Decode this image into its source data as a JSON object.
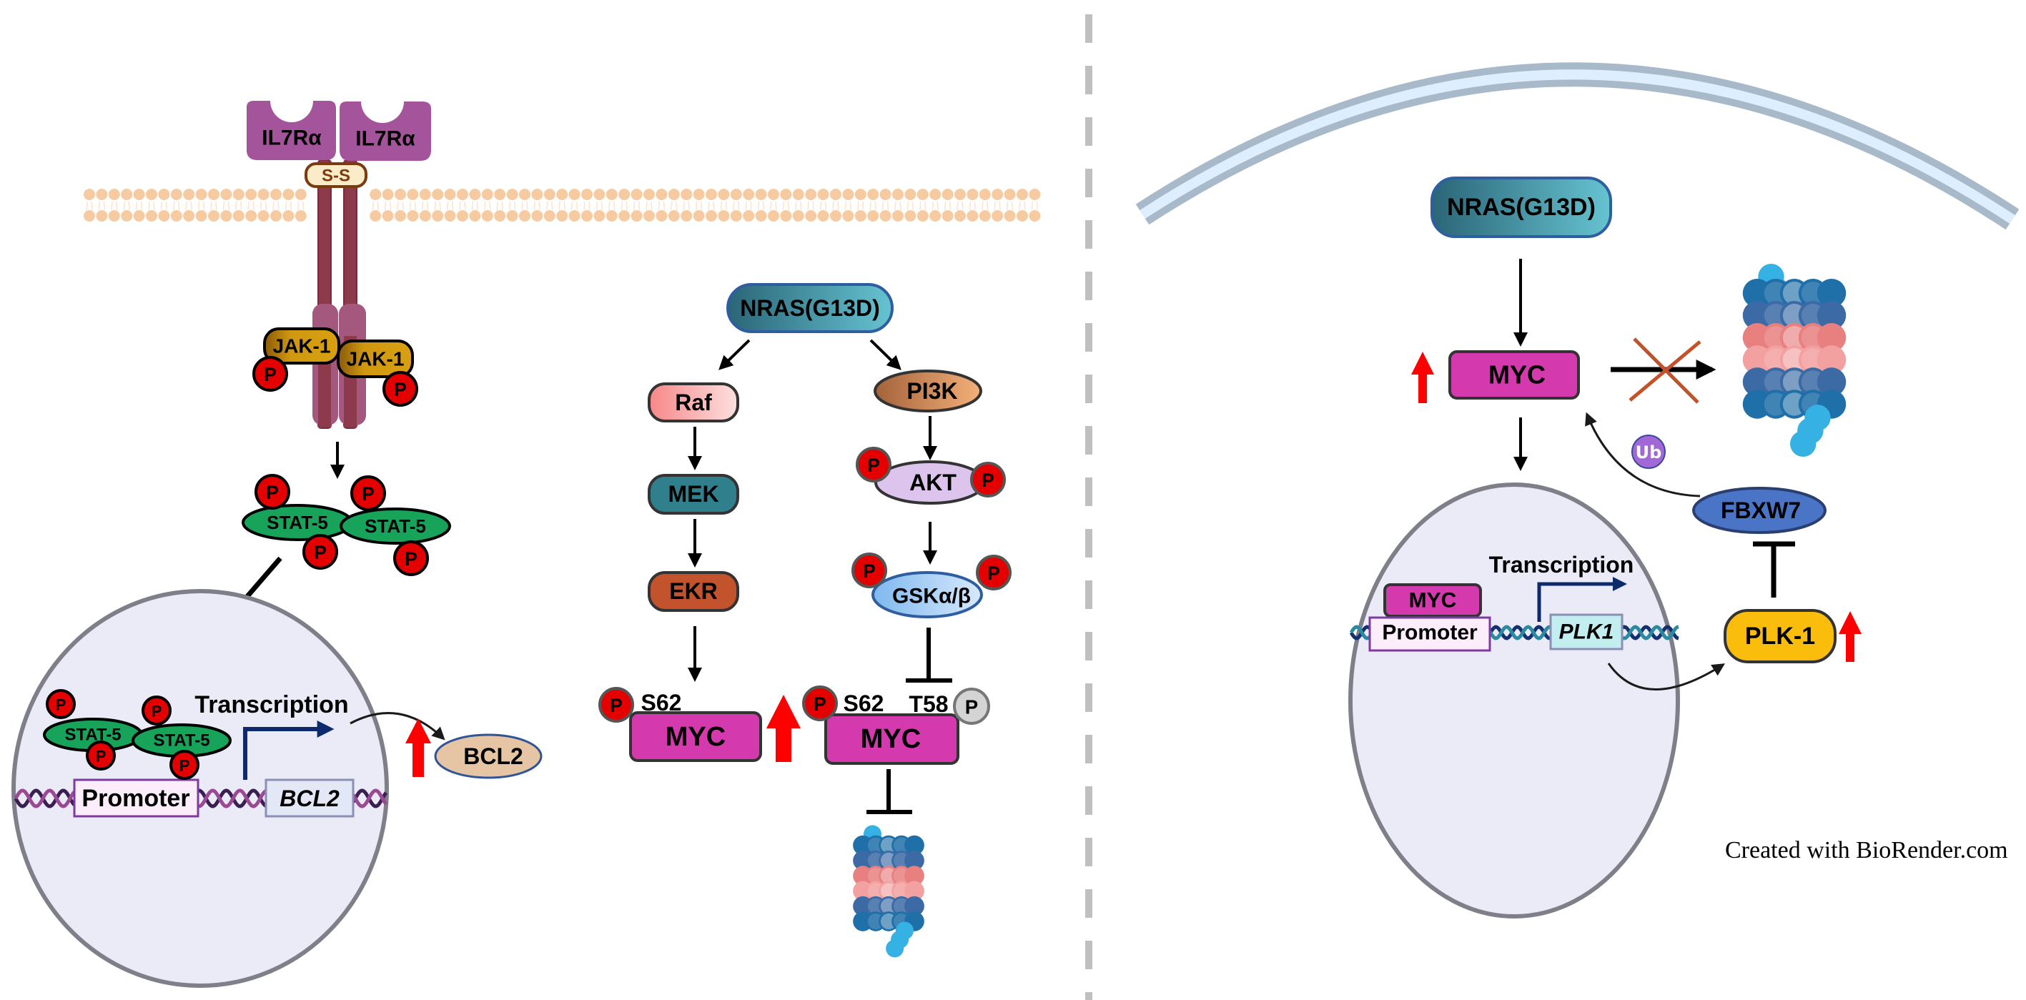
{
  "panel_left": {
    "receptor": {
      "label_1": "IL7Rα",
      "label_2": "IL7Rα",
      "disulfide": "S-S"
    },
    "kinases": {
      "jak_left": "JAK-1",
      "jak_right": "JAK-1"
    },
    "phospho_label": "P",
    "stat_dimer": {
      "left": "STAT-5",
      "right": "STAT-5"
    },
    "nucleus": {
      "stat_left": "STAT-5",
      "stat_right": "STAT-5",
      "transcription": "Transcription",
      "promoter": "Promoter",
      "gene": "BCL2"
    },
    "product": "BCL2",
    "product_change": "up"
  },
  "panel_middle": {
    "upstream": "NRAS(G13D)",
    "mapk_branch": [
      "Raf",
      "MEK",
      "EKR"
    ],
    "pi3k_branch": [
      "PI3K",
      "AKT",
      "GSKα/β"
    ],
    "myc_left": {
      "label": "MYC",
      "site": "S62",
      "change": "up"
    },
    "myc_right": {
      "label": "MYC",
      "site_1": "S62",
      "site_2": "T58"
    },
    "phospho_label": "P",
    "degradation": "proteasome (inhibited)"
  },
  "panel_right": {
    "upstream": "NRAS(G13D)",
    "myc": {
      "label": "MYC",
      "change": "up"
    },
    "ubiquitin": "Ub",
    "e3_ligase": "FBXW7",
    "nucleus": {
      "tf": "MYC",
      "promoter": "Promoter",
      "transcription": "Transcription",
      "gene": "PLK1"
    },
    "plk": {
      "label": "PLK-1",
      "change": "up"
    },
    "degradation": "proteasome (blocked)"
  },
  "colors": {
    "phospho": "#e50000",
    "phospho_inactive": "#d4d4d4",
    "myc": "#d43aae",
    "upregulation_arrow": "#ff0000",
    "nucleus_fill": "#ebebf8",
    "nucleus_stroke": "#7f7f8a",
    "receptor": "#a4549a",
    "membrane_head": "#f6cba2",
    "divider": "#c0c0c0"
  },
  "credit": "Created with BioRender.com"
}
